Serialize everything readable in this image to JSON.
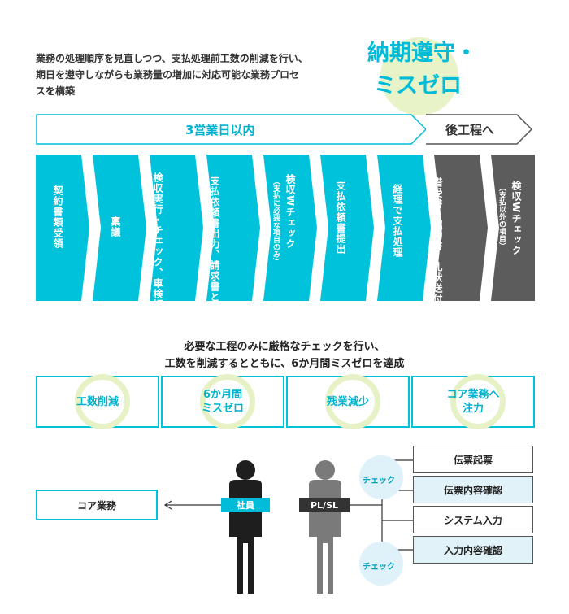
{
  "intro": {
    "lines": [
      "業務の処理順序を見直しつつ、支払処理前工数の削減を行い、",
      "期日を遵守しながらも業務量の増加に対応可能な業務プロセ",
      "スを構築"
    ]
  },
  "goal": {
    "line1": "納期遵守・",
    "line2": "ミスゼロ"
  },
  "flow_band": {
    "main_label": "3営業日以内",
    "next_label": "後工程へ"
  },
  "steps": [
    {
      "label": "契約書類受領",
      "sub": ""
    },
    {
      "label": "稟議",
      "sub": ""
    },
    {
      "label": "検収実行・チェック、車検証との照合",
      "sub": ""
    },
    {
      "label": "支払依頼書出力、請求書と照合",
      "sub": ""
    },
    {
      "label": "検収Wチェック",
      "sub": "（支払に必要な項目のみ）"
    },
    {
      "label": "支払依頼書提出",
      "sub": ""
    },
    {
      "label": "経理で支払処理",
      "sub": ""
    },
    {
      "label": "借受書・契約書・礼状送付準備",
      "sub": ""
    },
    {
      "label": "検収Wチェック",
      "sub": "（支払以外の項目）"
    }
  ],
  "summary": {
    "line1": "必要な工程のみに厳格なチェックを行い、",
    "line2": "工数を削減するとともに、6か月間ミスゼロを達成"
  },
  "results": [
    {
      "line1": "工数削減",
      "line2": ""
    },
    {
      "line1": "6か月間",
      "line2": "ミスゼロ"
    },
    {
      "line1": "残業減少",
      "line2": ""
    },
    {
      "line1": "コア業務へ",
      "line2": "注力"
    }
  ],
  "roles": {
    "core_work": "コア業務",
    "employee": "社員",
    "pl": "PL/SL",
    "check1": "チェック",
    "check2": "チェック",
    "tasks": [
      "伝票起票",
      "伝票内容確認",
      "システム入力",
      "入力内容確認"
    ]
  },
  "colors": {
    "cyan": "#00bcd9",
    "gray": "#555555",
    "light_green": "#e6f2c6",
    "light_blue": "#e1f3f9"
  }
}
